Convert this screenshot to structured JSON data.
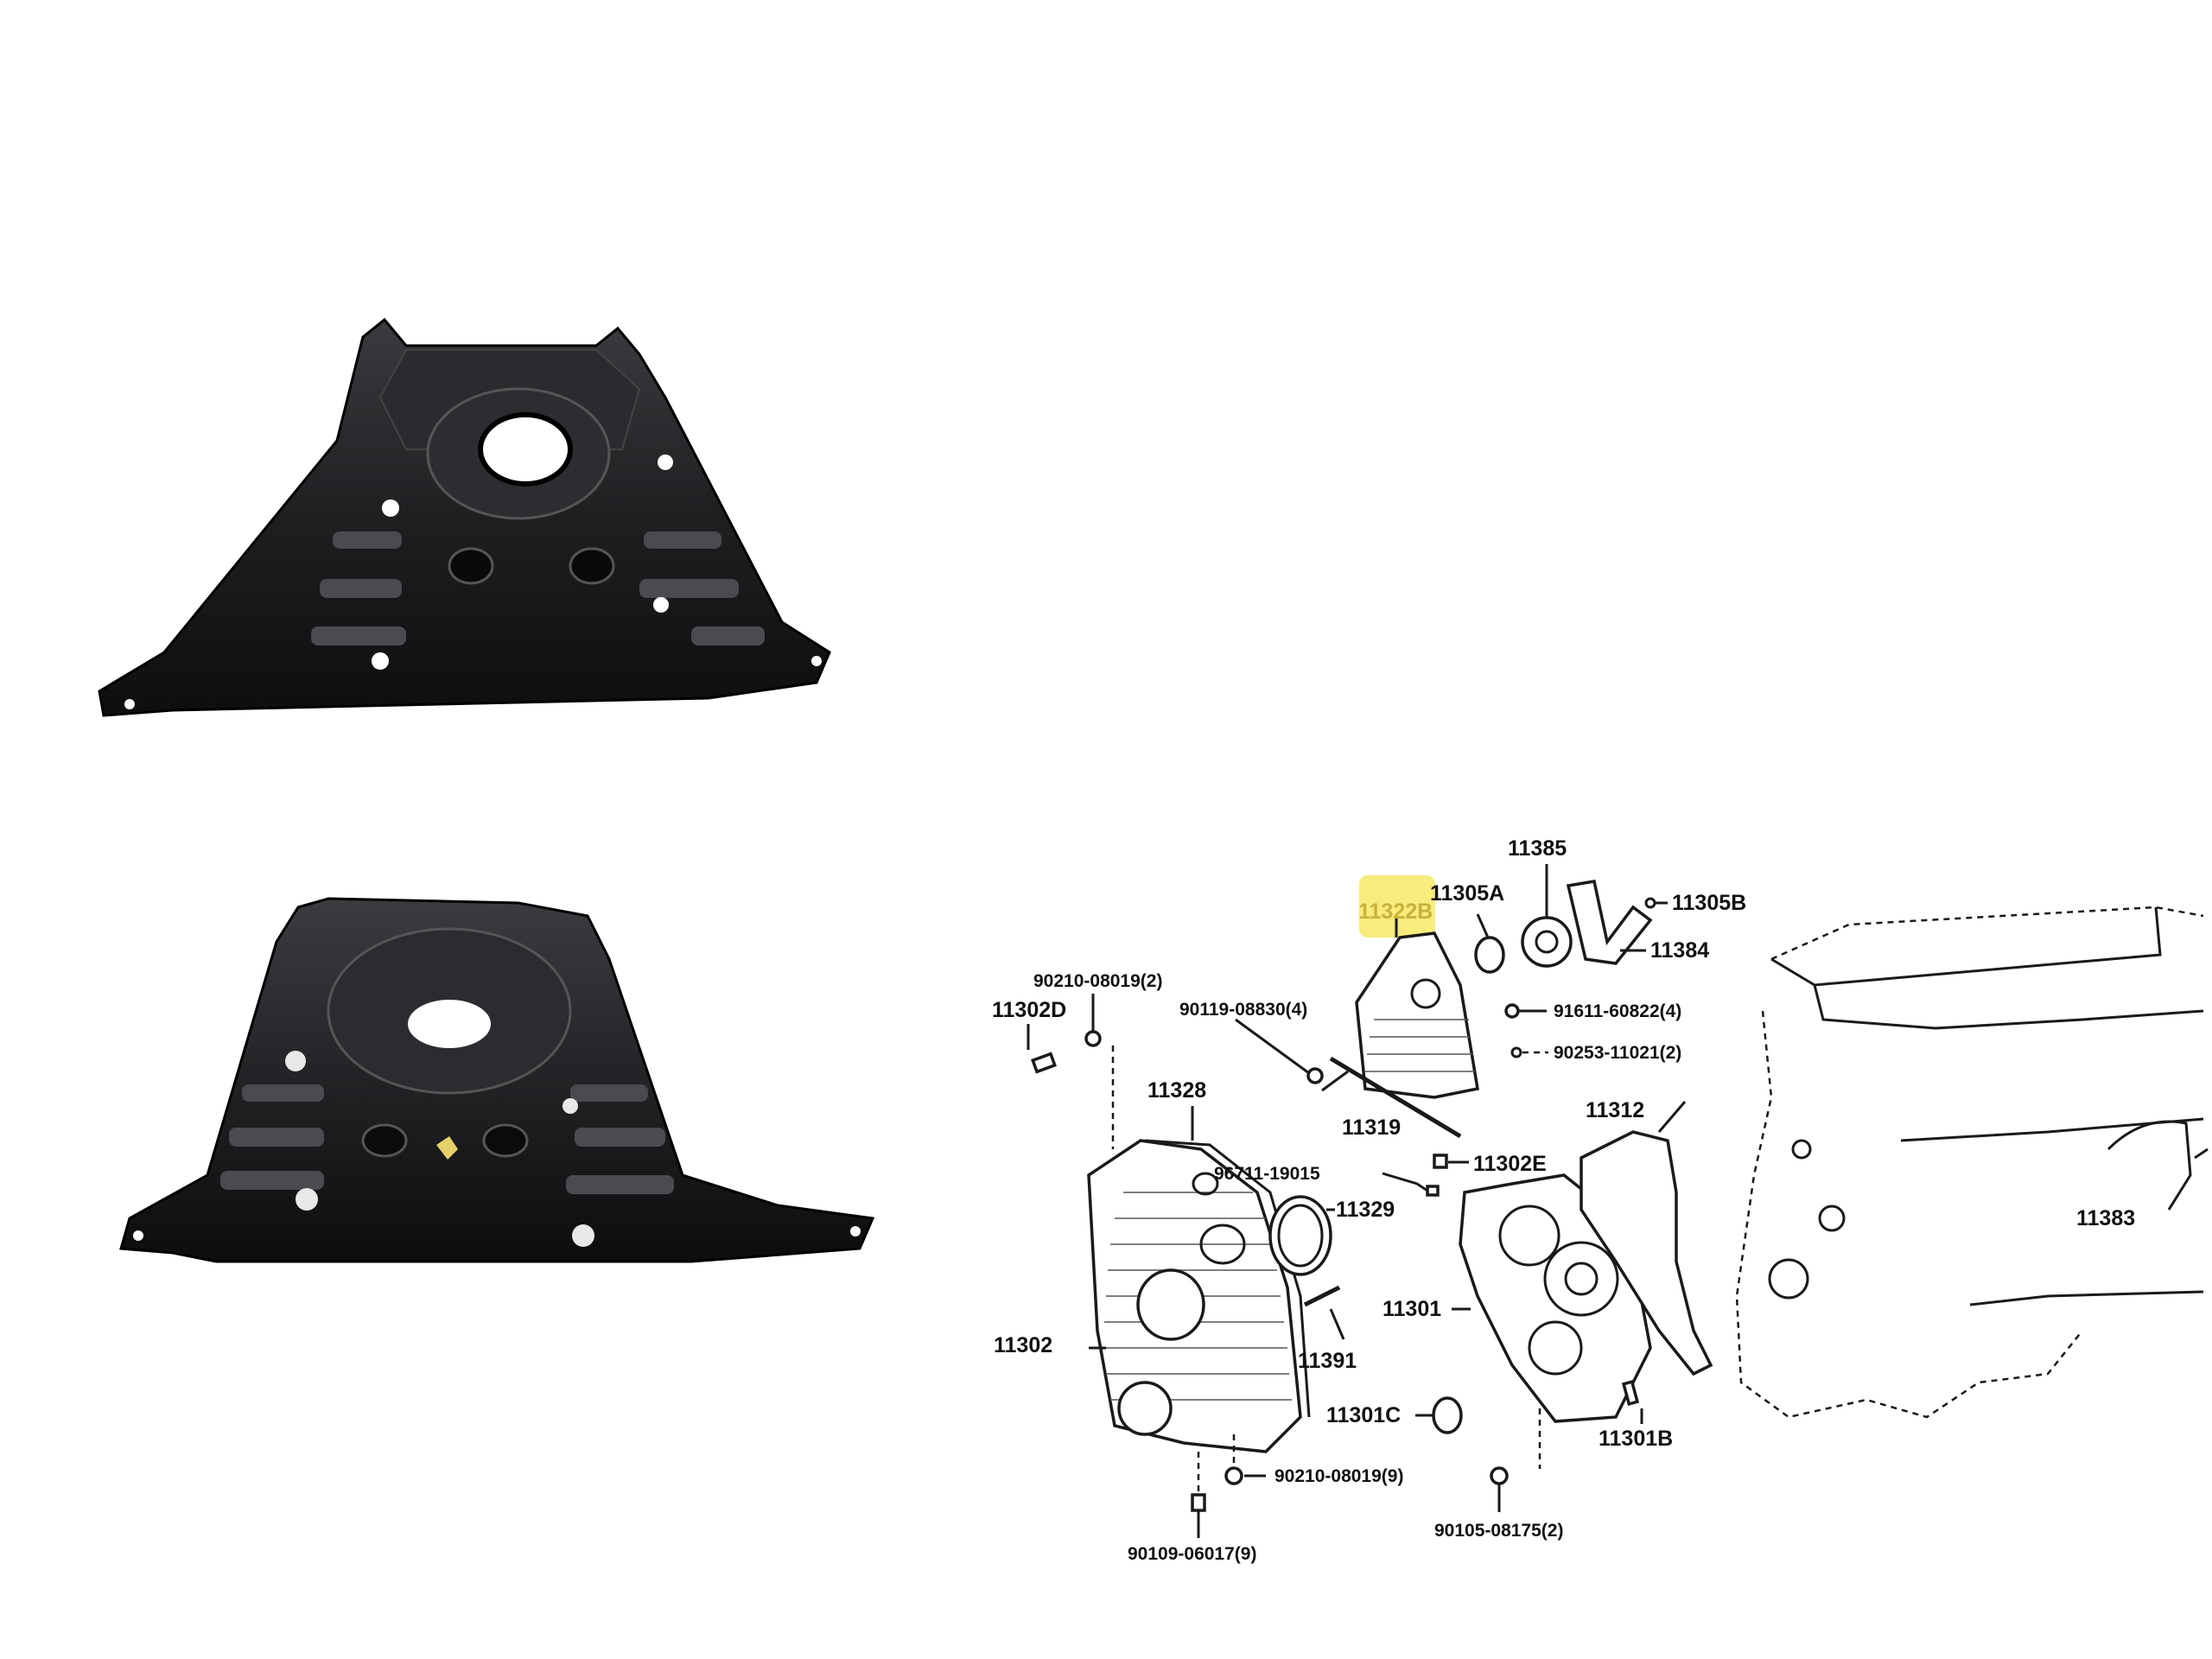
{
  "highlight_color": "#f7ec7c",
  "photos": [
    {
      "name": "cover-plate-front"
    },
    {
      "name": "cover-plate-rear"
    }
  ],
  "labels": {
    "p11385": "11385",
    "p11305A": "11305A",
    "p11305B": "11305B",
    "p11322B": "11322B",
    "p11384": "11384",
    "p90210_08019_2": "90210-08019(2)",
    "p11302D": "11302D",
    "p90119_08830_4": "90119-08830(4)",
    "p91611_60822_4": "91611-60822(4)",
    "p90253_11021_2": "90253-11021(2)",
    "p11328": "11328",
    "p11319": "11319",
    "p11312": "11312",
    "p96711_19015": "96711-19015",
    "p11302E": "11302E",
    "p11329": "11329",
    "p11383": "11383",
    "p11301": "11301",
    "p11302": "11302",
    "p11391": "11391",
    "p11301C": "11301C",
    "p11301B": "11301B",
    "p90210_08019_9": "90210-08019(9)",
    "p90109_06017_9": "90109-06017(9)",
    "p90105_08175_2": "90105-08175(2)"
  }
}
